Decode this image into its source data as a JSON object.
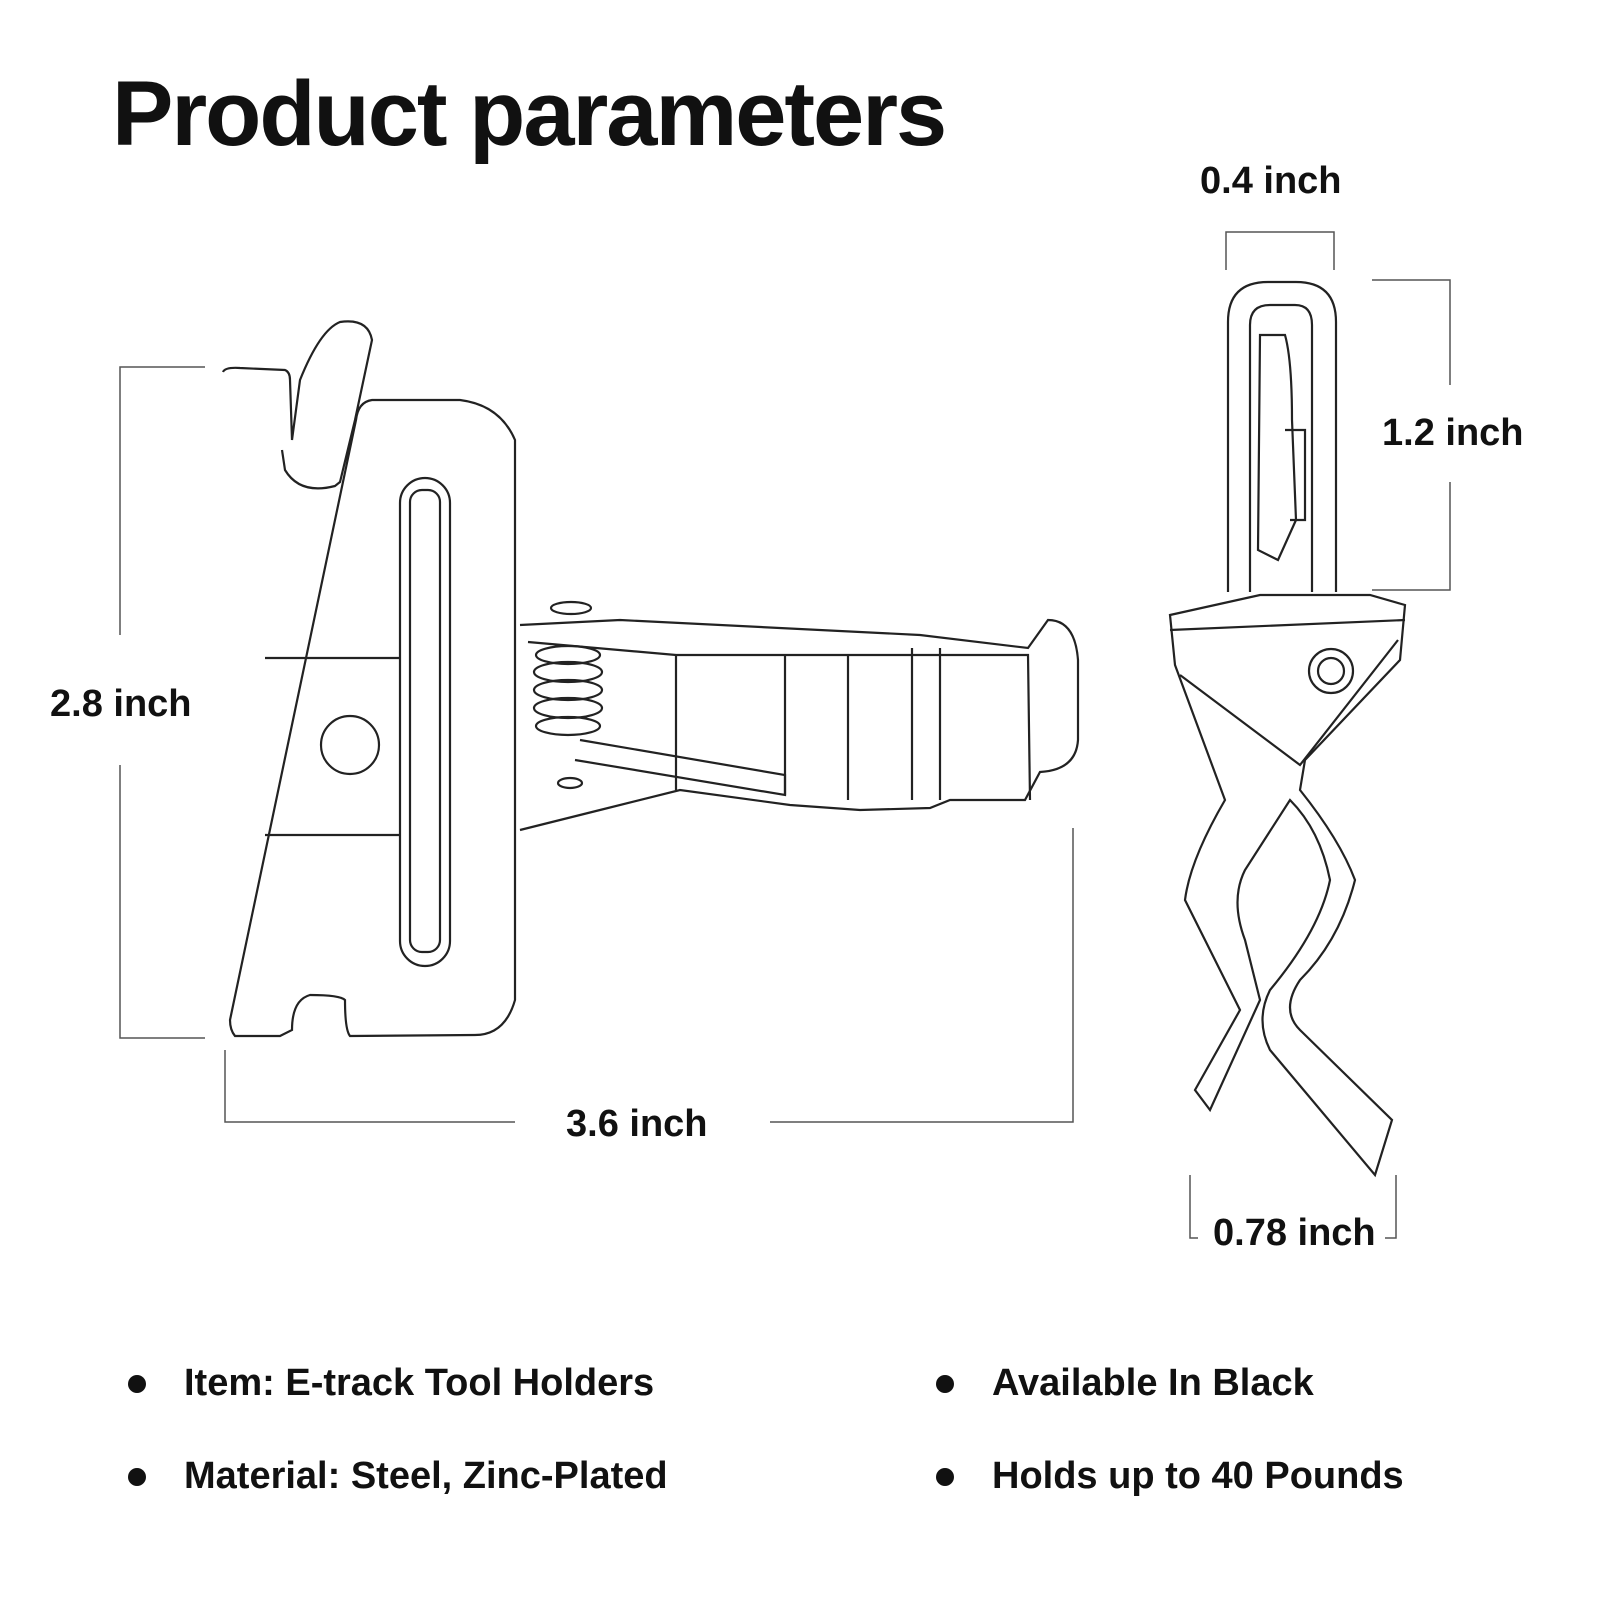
{
  "title": "Product parameters",
  "dimensions": {
    "height": "2.8 inch",
    "length": "3.6 inch",
    "width_top": "0.4 inch",
    "side_height": "1.2 inch",
    "jaw_width": "0.78 inch"
  },
  "specs": [
    "Item: E-track Tool Holders",
    "Material: Steel, Zinc-Plated",
    "Available In Black",
    "Holds up to 40 Pounds"
  ]
}
